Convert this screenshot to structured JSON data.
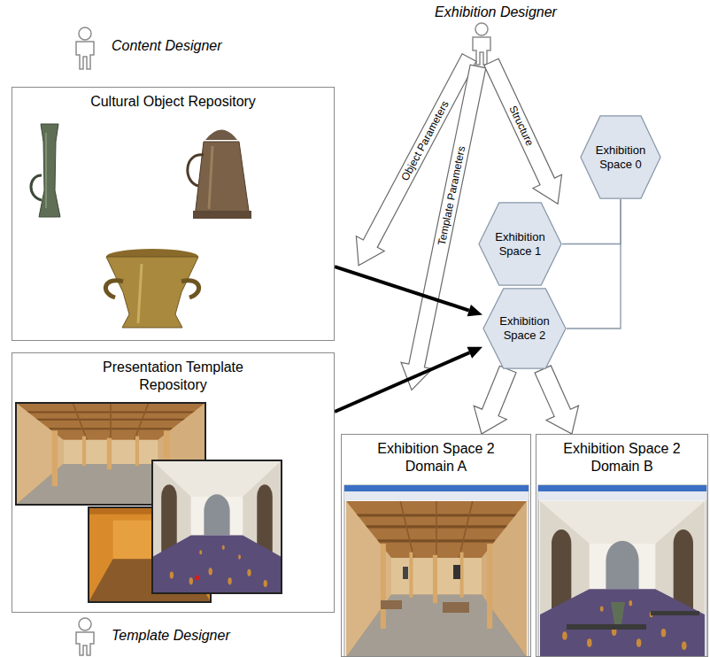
{
  "diagram": {
    "nodes": [
      {
        "text": [
          "Cultural Object Repository"
        ]
      },
      {
        "text": [
          "Presentation Template Repository"
        ]
      },
      {
        "text": [
          "Exhibition Space 0"
        ]
      },
      {
        "text": [
          "Exhibition Space 1"
        ]
      },
      {
        "text": [
          "Exhibition Space 2"
        ]
      },
      {
        "text": [
          "Exhibition Space 2 Domain A"
        ]
      },
      {
        "text": [
          "Exhibition Space 2 Domain B"
        ]
      }
    ],
    "edges": [
      {
        "from": 0,
        "to": 4,
        "arrow": "to"
      },
      {
        "from": 1,
        "to": 4,
        "arrow": "to"
      },
      {
        "from": 4,
        "to": 5,
        "arrow": "to"
      },
      {
        "from": 4,
        "to": 6,
        "arrow": "to"
      },
      {
        "from": 2,
        "to": 3,
        "arrow": "none"
      },
      {
        "from": 2,
        "to": 4,
        "arrow": "none"
      }
    ],
    "labels": [
      "Content Designer",
      "Exhibition Designer",
      "Object Parameters",
      "Template Parameters",
      "Structure",
      "Template Designer"
    ]
  }
}
